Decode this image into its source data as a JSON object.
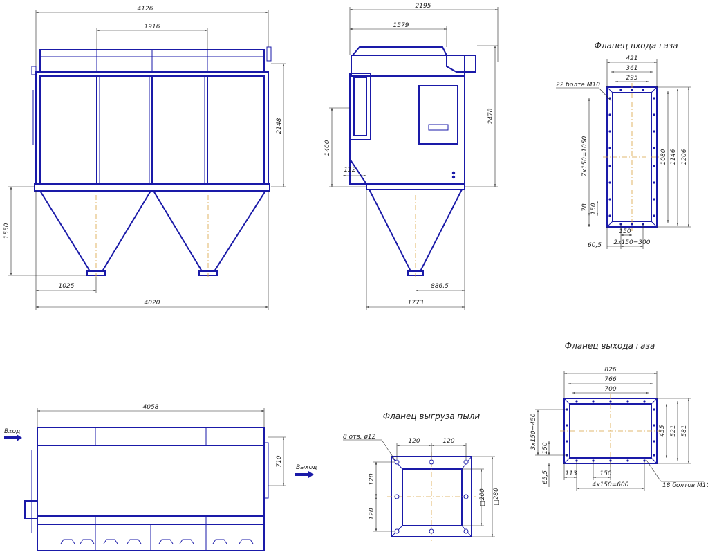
{
  "titles": {
    "inlet_flange": "Фланец входа газа",
    "outlet_flange": "Фланец выхода газа",
    "dust_flange": "Фланец выгруза пыли"
  },
  "front_view": {
    "d_width_top": "4126",
    "d_middle": "1916",
    "d_body_height": "2148",
    "d_hopper_height": "1550",
    "d_hopper_half": "1025",
    "d_width_bottom": "4020"
  },
  "side_view": {
    "d_total_width": "2195",
    "d_upper": "1579",
    "d_height": "2478",
    "d_inlet_height": "1400",
    "d_inlet_offset": "112",
    "d_hopper_offset": "886,5",
    "d_bottom_width": "1773"
  },
  "plan_view": {
    "d_length": "4058",
    "d_outlet": "710",
    "label_in": "Вход",
    "label_out": "Выход"
  },
  "inlet_flange": {
    "d_w1": "421",
    "d_w2": "361",
    "d_w3": "295",
    "bolts_note": "22 болта М10",
    "d_pitch_v": "7х150=1050",
    "d_h1": "1080",
    "d_h2": "1146",
    "d_h3": "1206",
    "d_78": "78",
    "d_150v": "150",
    "d_150h": "150",
    "d_edge": "60,5",
    "d_pitch_h": "2х150=300"
  },
  "outlet_flange": {
    "d_w1": "826",
    "d_w2": "766",
    "d_w3": "700",
    "d_pitch_v": "3х150=450",
    "d_150v": "150",
    "d_h1": "455",
    "d_h2": "521",
    "d_h3": "581",
    "d_655": "65,5",
    "d_113": "113",
    "d_150h": "150",
    "d_pitch_h": "4х150=600",
    "bolts_note": "18 болтов М10"
  },
  "dust_flange": {
    "holes_note": "8 отв. ø12",
    "d_120a": "120",
    "d_120b": "120",
    "d_120c": "120",
    "d_120d": "120",
    "d_200": "□200",
    "d_280": "□280"
  }
}
